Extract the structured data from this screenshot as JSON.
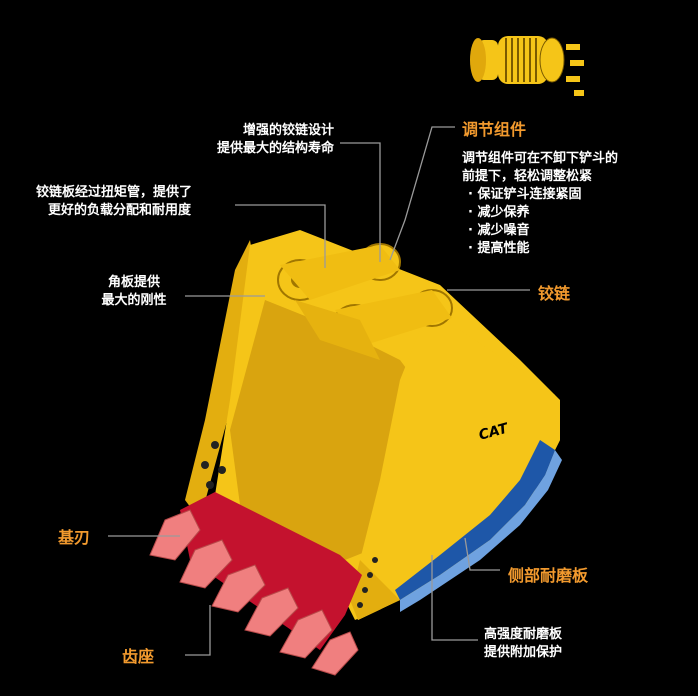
{
  "labels": {
    "hinge_design": [
      "增强的铰链设计",
      "提供最大的结构寿命"
    ],
    "hinge_plate": [
      "铰链板经过扭矩管，提供了",
      "更好的负载分配和耐用度"
    ],
    "corner_plate": [
      "角板提供",
      "最大的刚性"
    ],
    "adjuster_title": "调节组件",
    "adjuster_desc": [
      "调节组件可在不卸下铲斗的",
      "前提下，轻松调整松紧"
    ],
    "adjuster_features": [
      "保证铲斗连接紧固",
      "减少保养",
      "减少噪音",
      "提高性能"
    ],
    "hinge": "铰链",
    "base_edge": "基刃",
    "side_wear_plate": "侧部耐磨板",
    "adapter": "齿座",
    "wear_plate": [
      "高强度耐磨板",
      "提供附加保护"
    ],
    "brand": "CAT"
  },
  "colors": {
    "background": "#000000",
    "bucket_yellow": "#f5c518",
    "bucket_shadow": "#c99a0a",
    "cutting_edge_red": "#c4122e",
    "teeth_pink": "#f07f7f",
    "wear_plate_blue": "#1e57a8",
    "label_orange": "#f29a2e",
    "leader_gray": "#9a9a9a"
  }
}
